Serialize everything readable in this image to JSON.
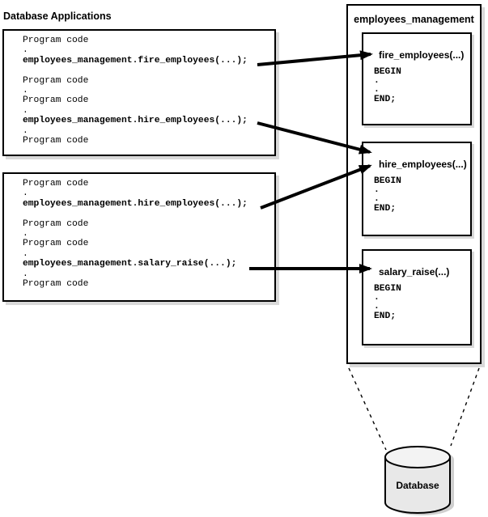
{
  "left_panel": {
    "label": "Database Applications",
    "boxes": [
      {
        "lines": [
          {
            "text": "Program code",
            "bold": false
          },
          {
            "text": ".",
            "bold": false
          },
          {
            "text": "employees_management.fire_employees(...);",
            "bold": true
          },
          {
            "text": "",
            "bold": false
          },
          {
            "text": "Program code",
            "bold": false
          },
          {
            "text": ".",
            "bold": false
          },
          {
            "text": "Program code",
            "bold": false
          },
          {
            "text": ".",
            "bold": false
          },
          {
            "text": "employees_management.hire_employees(...);",
            "bold": true
          },
          {
            "text": ".",
            "bold": false
          },
          {
            "text": "Program code",
            "bold": false
          }
        ]
      },
      {
        "lines": [
          {
            "text": "Program code",
            "bold": false
          },
          {
            "text": ".",
            "bold": false
          },
          {
            "text": "employees_management.hire_employees(...);",
            "bold": true
          },
          {
            "text": "",
            "bold": false
          },
          {
            "text": "Program code",
            "bold": false
          },
          {
            "text": ".",
            "bold": false
          },
          {
            "text": "Program code",
            "bold": false
          },
          {
            "text": ".",
            "bold": false
          },
          {
            "text": "employees_management.salary_raise(...);",
            "bold": true
          },
          {
            "text": ".",
            "bold": false
          },
          {
            "text": "Program code",
            "bold": false
          }
        ]
      }
    ]
  },
  "package": {
    "title": "employees_management",
    "procedures": [
      {
        "name": "fire_employees(...)",
        "body": [
          "BEGIN",
          ".",
          ".",
          "END;"
        ]
      },
      {
        "name": "hire_employees(...)",
        "body": [
          "BEGIN",
          ".",
          ".",
          "END;"
        ]
      },
      {
        "name": "salary_raise(...)",
        "body": [
          "BEGIN",
          ".",
          ".",
          "END;"
        ]
      }
    ]
  },
  "connections": [
    {
      "from": "application box 1: employees_management.fire_employees(...)",
      "to": "fire_employees(...)"
    },
    {
      "from": "application box 1: employees_management.hire_employees(...)",
      "to": "hire_employees(...)"
    },
    {
      "from": "application box 2: employees_management.hire_employees(...)",
      "to": "hire_employees(...)"
    },
    {
      "from": "application box 2: employees_management.salary_raise(...)",
      "to": "salary_raise(...)"
    }
  ],
  "database": {
    "label": "Database"
  },
  "colors": {
    "line": "#000000",
    "box_border": "#000000",
    "box_shadow": "#d9d9d9",
    "cylinder_body": "#e8e8e8",
    "cylinder_top": "#f3f3f3",
    "background": "#ffffff"
  }
}
